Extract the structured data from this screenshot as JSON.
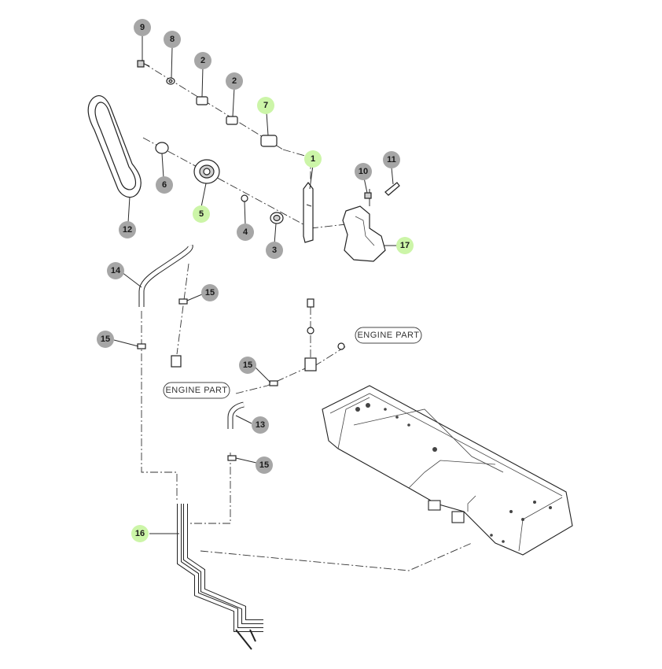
{
  "colors": {
    "callout_gray": "#a6a6a6",
    "callout_highlight": "#ccf5a8",
    "line": "#222222"
  },
  "callouts": [
    {
      "id": "c9",
      "label": "9",
      "highlight": false
    },
    {
      "id": "c8",
      "label": "8",
      "highlight": false
    },
    {
      "id": "c2a",
      "label": "2",
      "highlight": false
    },
    {
      "id": "c2b",
      "label": "2",
      "highlight": false
    },
    {
      "id": "c7",
      "label": "7",
      "highlight": true
    },
    {
      "id": "c1",
      "label": "1",
      "highlight": true
    },
    {
      "id": "c11",
      "label": "11",
      "highlight": false
    },
    {
      "id": "c10",
      "label": "10",
      "highlight": false
    },
    {
      "id": "c6",
      "label": "6",
      "highlight": false
    },
    {
      "id": "c5",
      "label": "5",
      "highlight": true
    },
    {
      "id": "c4",
      "label": "4",
      "highlight": false
    },
    {
      "id": "c3",
      "label": "3",
      "highlight": false
    },
    {
      "id": "c17",
      "label": "17",
      "highlight": true
    },
    {
      "id": "c12",
      "label": "12",
      "highlight": false
    },
    {
      "id": "c14",
      "label": "14",
      "highlight": false
    },
    {
      "id": "c15a",
      "label": "15",
      "highlight": false
    },
    {
      "id": "c15b",
      "label": "15",
      "highlight": false
    },
    {
      "id": "c15c",
      "label": "15",
      "highlight": false
    },
    {
      "id": "c13",
      "label": "13",
      "highlight": false
    },
    {
      "id": "c15d",
      "label": "15",
      "highlight": false
    },
    {
      "id": "c16",
      "label": "16",
      "highlight": true
    }
  ],
  "labels": {
    "engine_part_right": "ENGINE PART",
    "engine_part_left": "ENGINE PART"
  }
}
